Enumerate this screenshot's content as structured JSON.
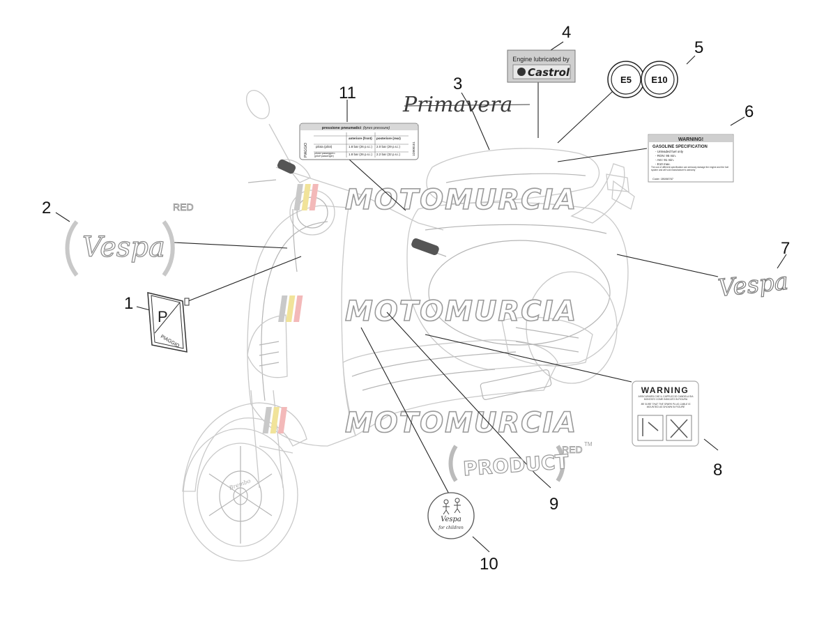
{
  "callouts": [
    {
      "id": "1",
      "label": "1"
    },
    {
      "id": "2",
      "label": "2"
    },
    {
      "id": "3",
      "label": "3"
    },
    {
      "id": "4",
      "label": "4"
    },
    {
      "id": "5",
      "label": "5"
    },
    {
      "id": "6",
      "label": "6"
    },
    {
      "id": "7",
      "label": "7"
    },
    {
      "id": "8",
      "label": "8"
    },
    {
      "id": "9",
      "label": "9"
    },
    {
      "id": "10",
      "label": "10"
    },
    {
      "id": "11",
      "label": "11"
    }
  ],
  "watermark": {
    "text": "MOTOMURCIA"
  },
  "decals": {
    "p1_badge": {
      "letter": "P",
      "brand": "PIAGGIO"
    },
    "p2_emblem": {
      "script": "Vespa",
      "tag": "RED"
    },
    "p3_logo": {
      "text": "Primavera"
    },
    "p4_castrol": {
      "line1": "Engine lubricated by",
      "line2": "Castrol"
    },
    "p5_fuel": {
      "e5": "E5",
      "e10": "E10"
    },
    "p6_warning": {
      "header": "WARNING!",
      "title": "GASOLINE SPECIFICATION",
      "lines": [
        "- Unleaded fuel only",
        "- RON: 95 min.",
        "- AKI: 91 min.",
        "- E10 max."
      ],
      "note": "The use of different specification can seriously damage the engine and the fuel system and will void manufacturer's warranty",
      "code": "Code: 1B008767"
    },
    "p7_script": {
      "text": "Vespa"
    },
    "p8_warning": {
      "title": "WARNING",
      "it": "ASSICURARSI CHE IL CAPPUCCIO CANDELA SIA MONTATO COME INDICATO IN FIGURA",
      "en": "BE SURE THAT THE SPARK PLUG CABLE IS MOUNTED AS SHOWN IN FIGURE"
    },
    "p9_product": {
      "product": "PRODUCT",
      "red": "RED",
      "tm": "TM"
    },
    "p10_children": {
      "brand": "Vespa",
      "text": "for children"
    },
    "p11_tyres": {
      "title": "pressione pneumatici",
      "title_en": "(tyres pressure)",
      "side": "PIAGGIO",
      "code": "1D000151",
      "col_front": "anteriore (front)",
      "col_rear": "posteriore (rear)",
      "rows": [
        {
          "load": "pilota (pilot)",
          "front": "1.8 bar (26 p.s.i.)",
          "rear": "2.0 bar (29 p.s.i.)"
        },
        {
          "load": "pilota+passeggero (pilot+passenger)",
          "front": "1.8 bar (26 p.s.i.)",
          "rear": "2.2 bar (32 p.s.i.)"
        }
      ]
    },
    "wheel_brand": "Brembo"
  }
}
